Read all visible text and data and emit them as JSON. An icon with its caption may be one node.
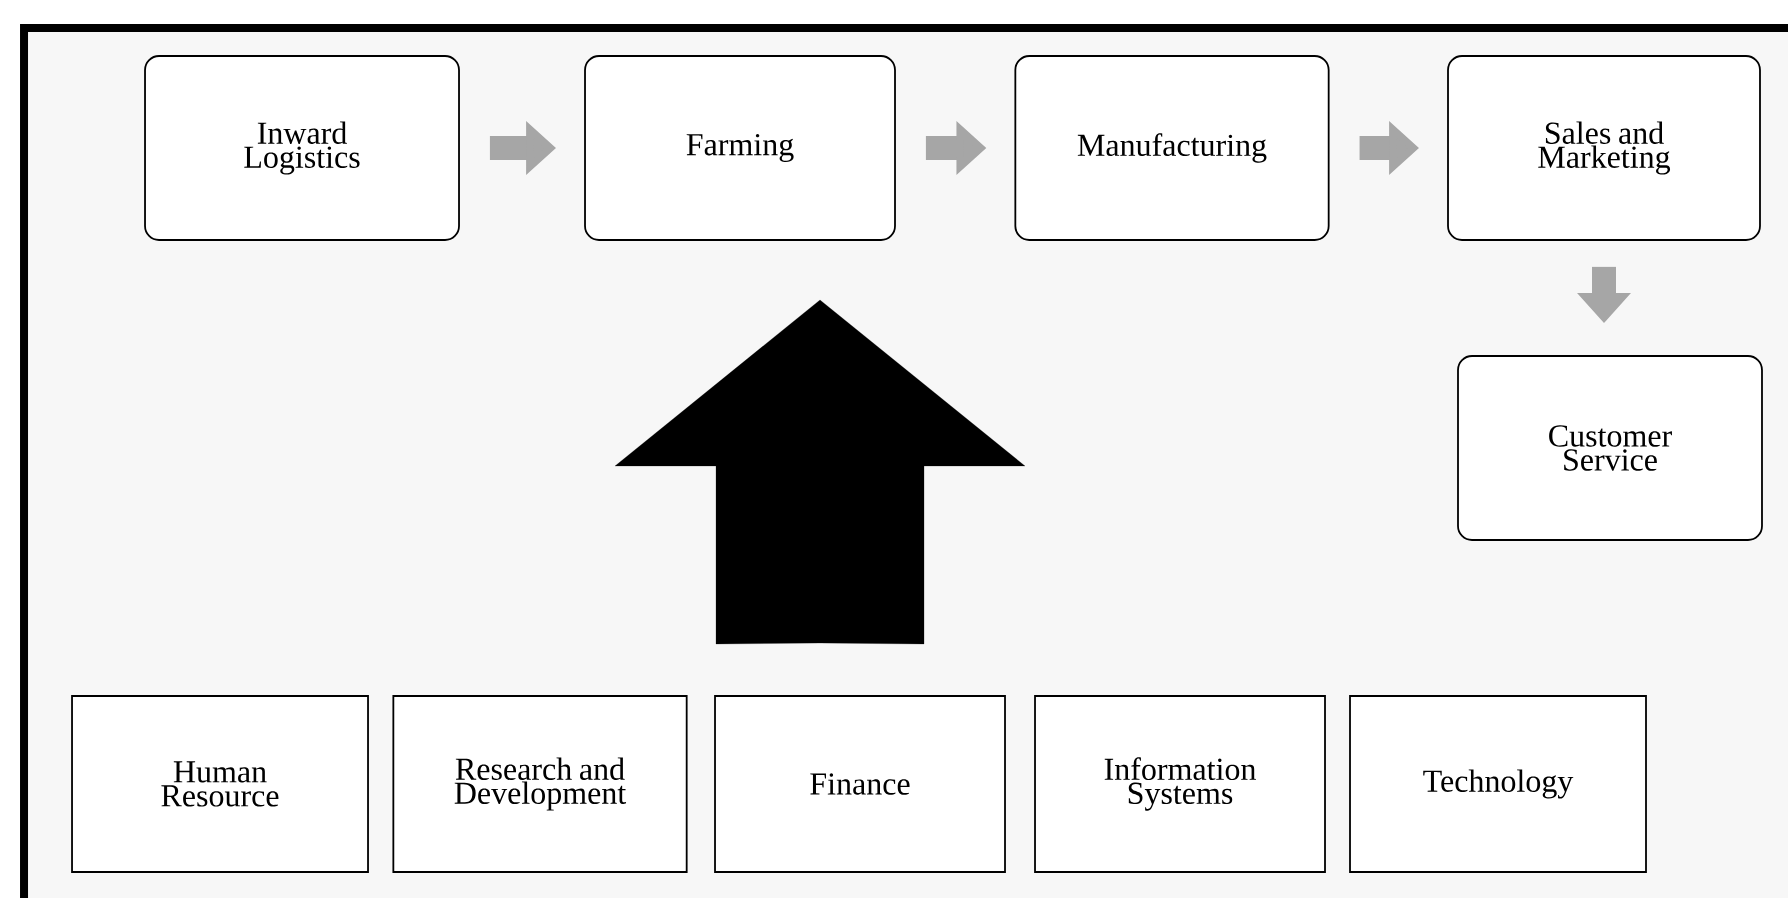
{
  "diagram": {
    "nodes": [
      {
        "text": [
          "Inward Logistics"
        ]
      },
      {
        "text": [
          "Farming"
        ]
      },
      {
        "text": [
          "Manufacturing"
        ]
      },
      {
        "text": [
          "Sales and Marketing"
        ]
      },
      {
        "text": [
          "Customer Service"
        ]
      },
      {
        "text": [
          "Human Resource"
        ]
      },
      {
        "text": [
          "Research and Development"
        ]
      },
      {
        "text": [
          "Finance"
        ]
      },
      {
        "text": [
          "Information Systems"
        ]
      },
      {
        "text": [
          "Technology"
        ]
      }
    ],
    "edges": [
      {
        "from": 0,
        "to": 1,
        "arrow": "to",
        "color": "#a6a6a6"
      },
      {
        "from": 1,
        "to": 2,
        "arrow": "to",
        "color": "#a6a6a6"
      },
      {
        "from": 2,
        "to": 3,
        "arrow": "to",
        "color": "#a6a6a6"
      },
      {
        "from": 3,
        "to": 4,
        "arrow": "to",
        "color": "#a6a6a6"
      },
      {
        "from": 7,
        "to": null,
        "arrow": "to",
        "style": "thick",
        "color": "#000000"
      }
    ]
  }
}
